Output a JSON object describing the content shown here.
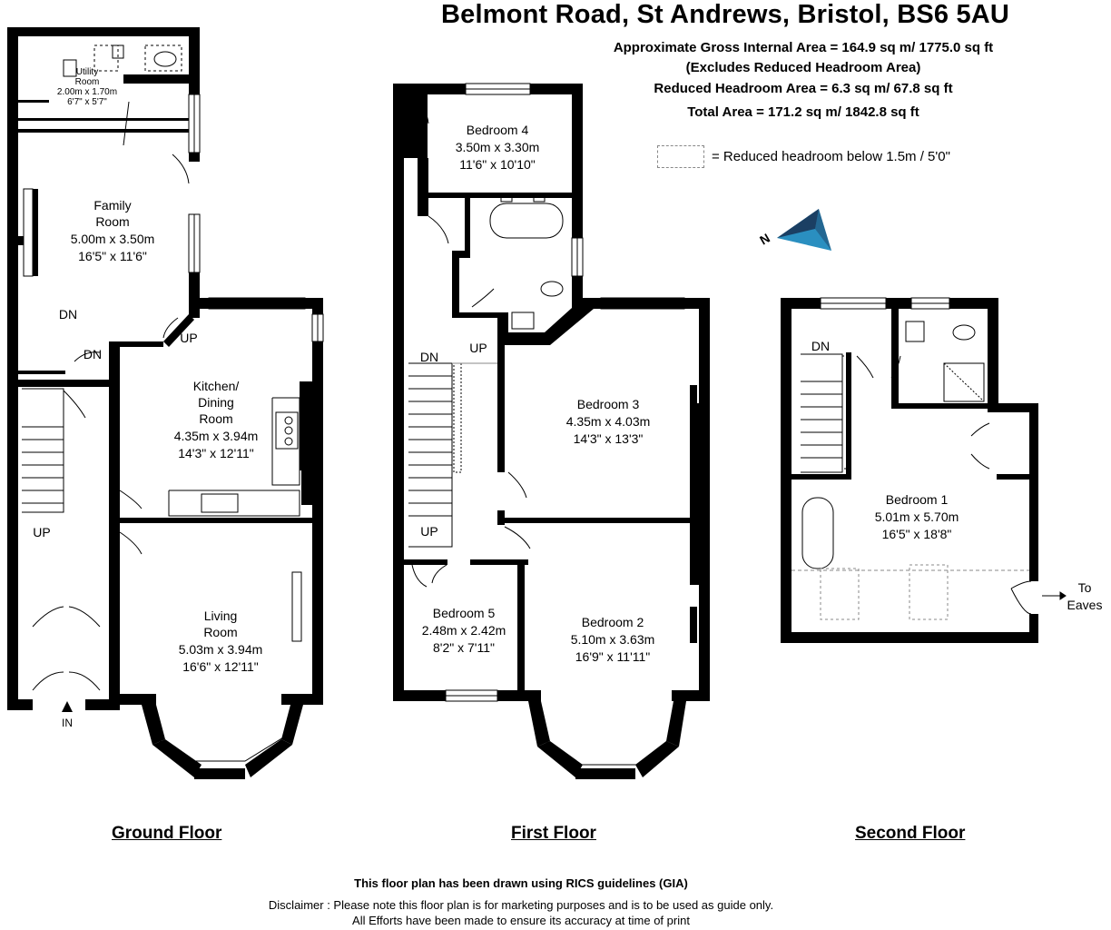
{
  "title": "Belmont Road, St Andrews, Bristol,  BS6 5AU",
  "areas": {
    "gross": "Approximate Gross Internal Area = 164.9 sq m/ 1775.0 sq ft",
    "excludes": "(Excludes Reduced Headroom Area)",
    "reduced": "Reduced Headroom Area = 6.3 sq m/ 67.8 sq ft",
    "total": "Total Area = 171.2 sq m/ 1842.8 sq ft"
  },
  "legend": {
    "text": "= Reduced headroom below 1.5m / 5'0\""
  },
  "compass": {
    "label": "N"
  },
  "floors": {
    "ground": {
      "label": "Ground Floor",
      "utility": {
        "name1": "Utility",
        "name2": "Room",
        "metric": "2.00m x 1.70m",
        "imperial": "6'7\" x 5'7\""
      },
      "family": {
        "name1": "Family",
        "name2": "Room",
        "metric": "5.00m x 3.50m",
        "imperial": "16'5\" x 11'6\""
      },
      "kitchen": {
        "name1": "Kitchen/",
        "name2": "Dining",
        "name3": "Room",
        "metric": "4.35m x 3.94m",
        "imperial": "14'3\" x 12'11\""
      },
      "living": {
        "name1": "Living",
        "name2": "Room",
        "metric": "5.03m x 3.94m",
        "imperial": "16'6\" x 12'11\""
      },
      "dn1": "DN",
      "dn2": "DN",
      "up1": "UP",
      "up2": "UP",
      "in": "IN"
    },
    "first": {
      "label": "First Floor",
      "bed4": {
        "name": "Bedroom 4",
        "metric": "3.50m x 3.30m",
        "imperial": "11'6\" x 10'10\""
      },
      "bed3": {
        "name": "Bedroom 3",
        "metric": "4.35m x 4.03m",
        "imperial": "14'3\" x 13'3\""
      },
      "bed5": {
        "name": "Bedroom 5",
        "metric": "2.48m x 2.42m",
        "imperial": "8'2\" x 7'11\""
      },
      "bed2": {
        "name": "Bedroom 2",
        "metric": "5.10m x 3.63m",
        "imperial": "16'9\" x 11'11\""
      },
      "dn": "DN",
      "up1": "UP",
      "up2": "UP"
    },
    "second": {
      "label": "Second Floor",
      "bed1": {
        "name": "Bedroom 1",
        "metric": "5.01m x 5.70m",
        "imperial": "16'5\" x 18'8\""
      },
      "dn": "DN",
      "eaves1": "To",
      "eaves2": "Eaves"
    }
  },
  "footer": {
    "rics": "This floor plan has been drawn using RICS guidelines (GIA)",
    "disclaimer1": "Disclaimer : Please note this floor plan is for marketing purposes and is to be used as guide only.",
    "disclaimer2": "All Efforts have been made to ensure its accuracy at time of print"
  },
  "colors": {
    "wall": "#000000",
    "compass_blue": "#2a8fc0",
    "compass_dark": "#1b3f63"
  }
}
